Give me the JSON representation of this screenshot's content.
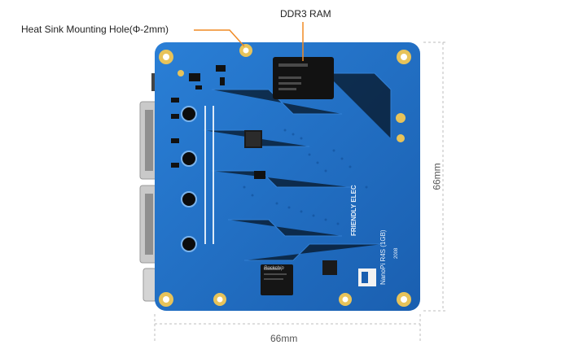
{
  "annotations": {
    "ram_label": "DDR3 RAM",
    "heatsink_label": "Heat Sink Mounting Hole(Φ-2mm)"
  },
  "dimensions": {
    "width_label": "66mm",
    "height_label": "66mm"
  },
  "board_markings": {
    "brand": "FRIENDLY ELEC",
    "model": "NanoPi R4S (1GB)",
    "year": "2008",
    "soc": "Rockchip"
  },
  "colors": {
    "pcb": "#1f6fc6",
    "accent_line": "#f08a24",
    "pad_gold": "#e7c35a"
  }
}
